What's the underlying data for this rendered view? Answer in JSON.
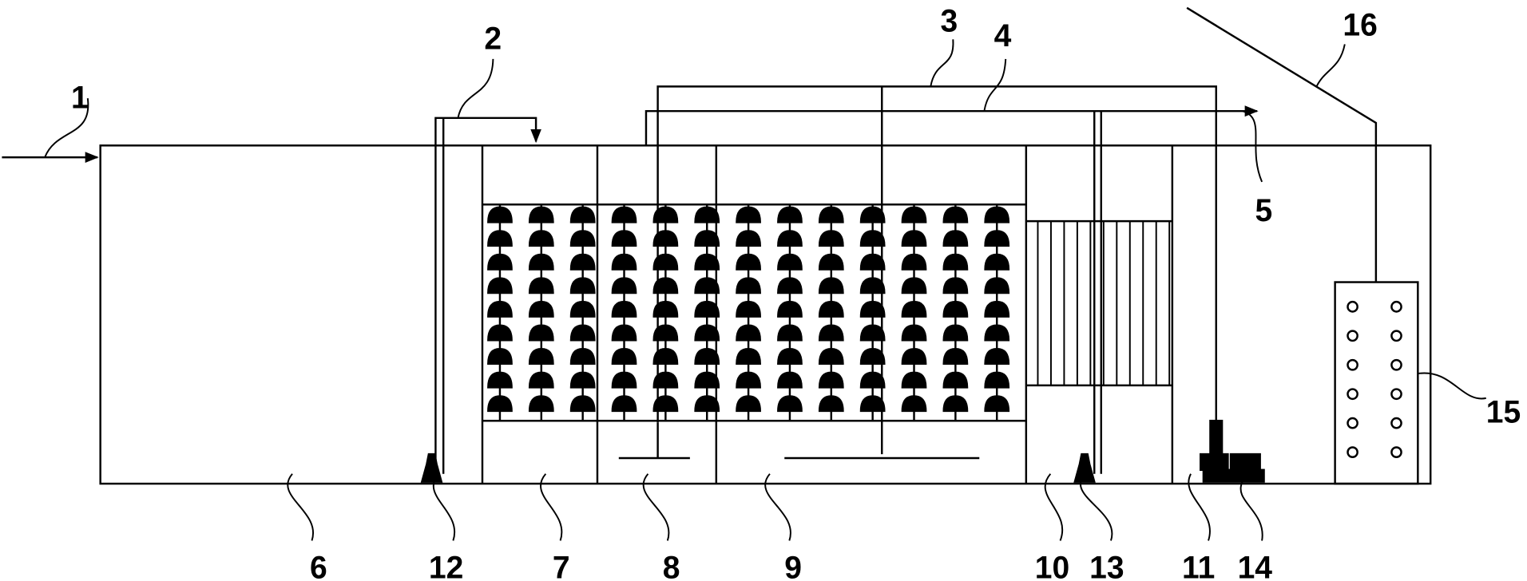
{
  "diagram": {
    "labels": {
      "l1": "1",
      "l2": "2",
      "l3": "3",
      "l4": "4",
      "l5": "5",
      "l6": "6",
      "l7": "7",
      "l8": "8",
      "l9": "9",
      "l10": "10",
      "l11": "11",
      "l12": "12",
      "l13": "13",
      "l14": "14",
      "l15": "15",
      "l16": "16"
    },
    "media_module": {
      "rows": 9,
      "columns": 13
    },
    "membrane_module": {
      "lines": 11
    },
    "diffuser_panel": {
      "rows": 6,
      "columns": 2
    }
  }
}
